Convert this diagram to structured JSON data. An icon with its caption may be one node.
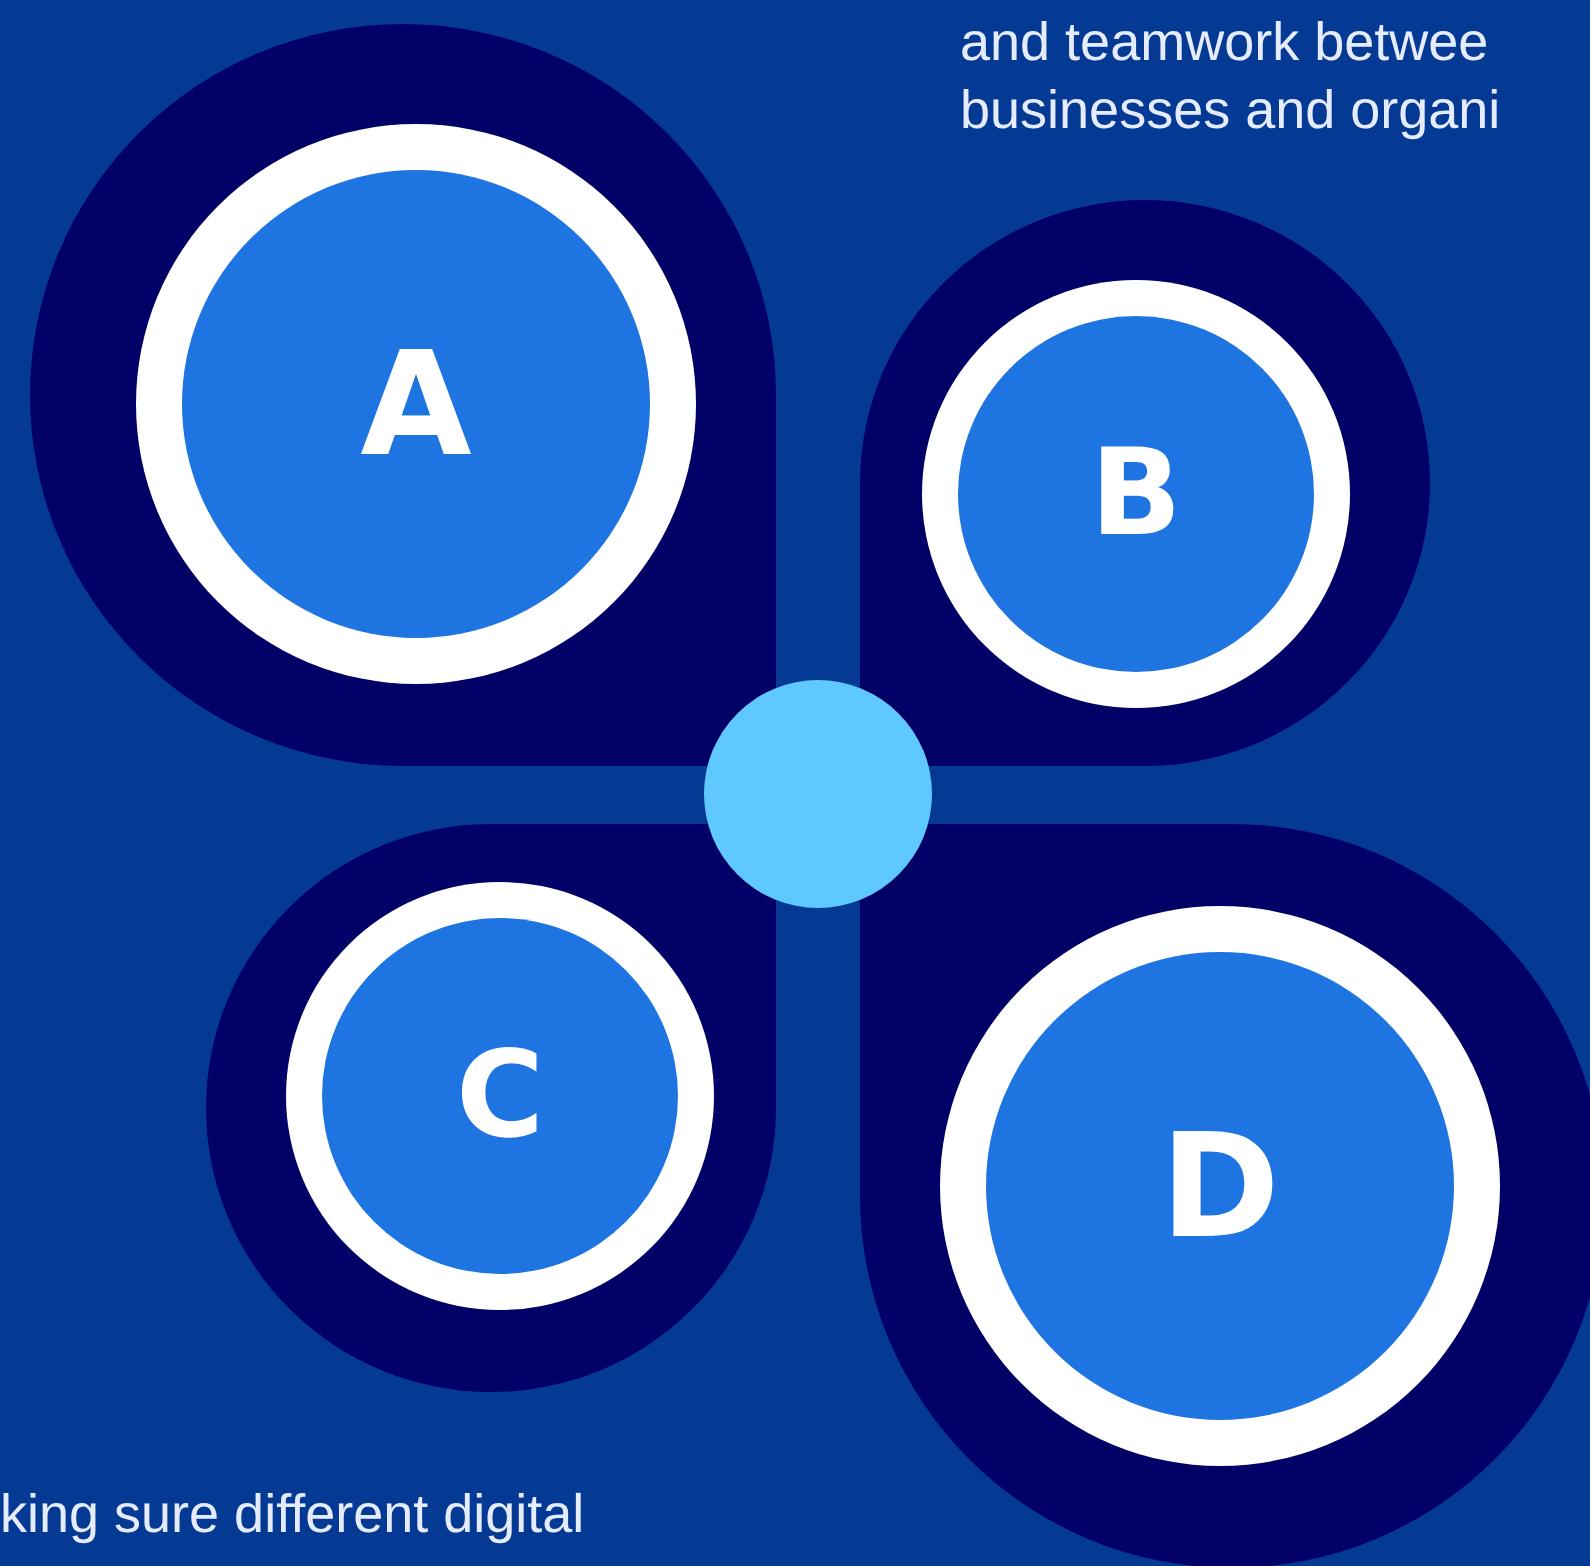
{
  "diagram": {
    "nodes": [
      {
        "text": [],
        "shape": "petal"
      },
      {
        "text": [
          "A"
        ],
        "in": 0
      },
      {
        "text": [],
        "shape": "petal"
      },
      {
        "text": [
          "B"
        ],
        "in": 2
      },
      {
        "text": [],
        "shape": "circle"
      },
      {
        "text": [],
        "shape": "petal"
      },
      {
        "text": [
          "C"
        ],
        "in": 5
      },
      {
        "text": [],
        "shape": "petal"
      },
      {
        "text": [
          "D"
        ],
        "in": 7
      }
    ],
    "edges": [],
    "labels": [
      "and teamwork betwee businesses and organi",
      "king sure different digital"
    ]
  }
}
